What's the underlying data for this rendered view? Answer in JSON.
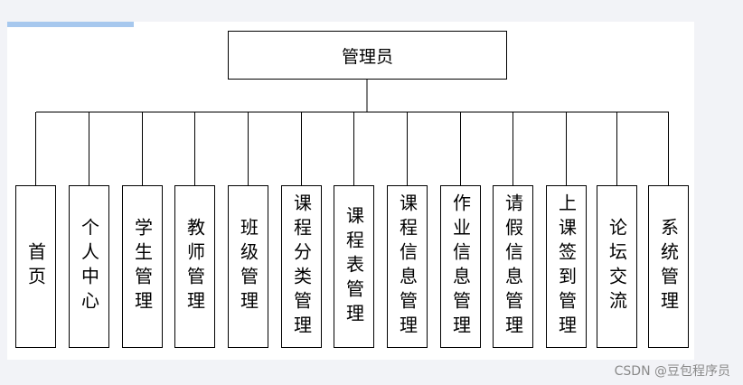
{
  "root": {
    "label": "管理员"
  },
  "children": [
    {
      "label": "首页"
    },
    {
      "label": "个人中心"
    },
    {
      "label": "学生管理"
    },
    {
      "label": "教师管理"
    },
    {
      "label": "班级管理"
    },
    {
      "label": "课程分类管理"
    },
    {
      "label": "课程表管理"
    },
    {
      "label": "课程信息管理"
    },
    {
      "label": "作业信息管理"
    },
    {
      "label": "请假信息管理"
    },
    {
      "label": "上课签到管理"
    },
    {
      "label": "论坛交流"
    },
    {
      "label": "系统管理"
    }
  ],
  "watermark": "CSDN @豆包程序员",
  "colors": {
    "page_background": "#f2f3f7",
    "canvas": "#ffffff",
    "accent": "#a7c8ee",
    "line": "#000000",
    "watermark": "#8a8a8a"
  }
}
